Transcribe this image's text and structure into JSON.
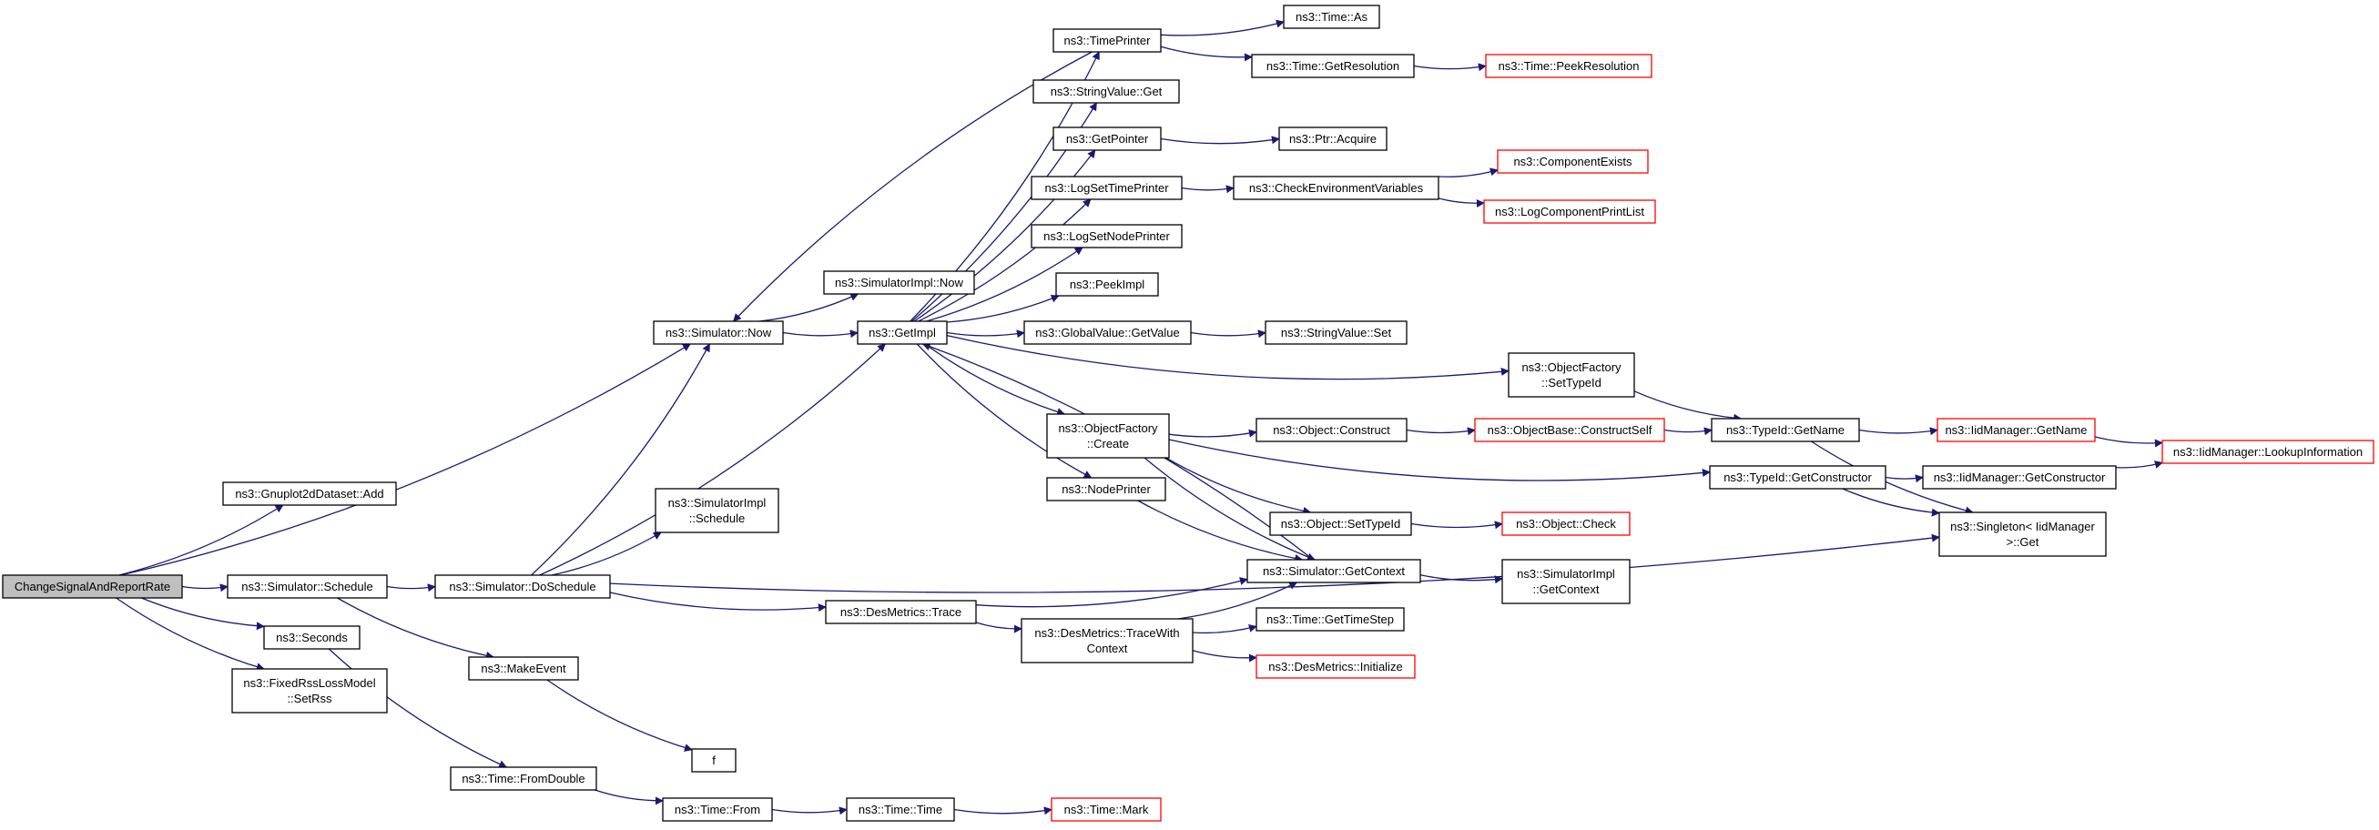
{
  "colors": {
    "edge": "#191970",
    "node_border": "#000000",
    "node_incomplete_border": "#ff0000",
    "root_fill": "#bfbfbf",
    "node_fill": "#ffffff",
    "text": "#000000"
  },
  "nodes": [
    {
      "id": "root",
      "lines": [
        "ChangeSignalAndReportRate"
      ],
      "style": "root"
    },
    {
      "id": "gnuplot_add",
      "lines": [
        "ns3::Gnuplot2dDataset::Add"
      ],
      "style": "normal"
    },
    {
      "id": "sim_schedule",
      "lines": [
        "ns3::Simulator::Schedule"
      ],
      "style": "normal"
    },
    {
      "id": "seconds",
      "lines": [
        "ns3::Seconds"
      ],
      "style": "normal"
    },
    {
      "id": "fixedrss_setrss",
      "lines": [
        "ns3::FixedRssLossModel",
        "::SetRss"
      ],
      "style": "normal"
    },
    {
      "id": "sim_now",
      "lines": [
        "ns3::Simulator::Now"
      ],
      "style": "normal"
    },
    {
      "id": "simimpl_schedule",
      "lines": [
        "ns3::SimulatorImpl",
        "::Schedule"
      ],
      "style": "normal"
    },
    {
      "id": "sim_doschedule",
      "lines": [
        "ns3::Simulator::DoSchedule"
      ],
      "style": "normal"
    },
    {
      "id": "makeevent",
      "lines": [
        "ns3::MakeEvent"
      ],
      "style": "normal"
    },
    {
      "id": "time_fromdouble",
      "lines": [
        "ns3::Time::FromDouble"
      ],
      "style": "normal"
    },
    {
      "id": "f",
      "lines": [
        "f"
      ],
      "style": "normal"
    },
    {
      "id": "time_from",
      "lines": [
        "ns3::Time::From"
      ],
      "style": "normal"
    },
    {
      "id": "time_time",
      "lines": [
        "ns3::Time::Time"
      ],
      "style": "normal"
    },
    {
      "id": "time_mark",
      "lines": [
        "ns3::Time::Mark"
      ],
      "style": "incomplete"
    },
    {
      "id": "simimpl_now",
      "lines": [
        "ns3::SimulatorImpl::Now"
      ],
      "style": "normal"
    },
    {
      "id": "getimpl",
      "lines": [
        "ns3::GetImpl"
      ],
      "style": "normal"
    },
    {
      "id": "desmetrics_trace",
      "lines": [
        "ns3::DesMetrics::Trace"
      ],
      "style": "normal"
    },
    {
      "id": "timeprinter",
      "lines": [
        "ns3::TimePrinter"
      ],
      "style": "normal"
    },
    {
      "id": "stringvalue_get",
      "lines": [
        "ns3::StringValue::Get"
      ],
      "style": "normal"
    },
    {
      "id": "getpointer",
      "lines": [
        "ns3::GetPointer"
      ],
      "style": "normal"
    },
    {
      "id": "logsettimeprinter",
      "lines": [
        "ns3::LogSetTimePrinter"
      ],
      "style": "normal"
    },
    {
      "id": "logsetnodeprinter",
      "lines": [
        "ns3::LogSetNodePrinter"
      ],
      "style": "normal"
    },
    {
      "id": "peekimpl",
      "lines": [
        "ns3::PeekImpl"
      ],
      "style": "normal"
    },
    {
      "id": "globalvalue_getvalue",
      "lines": [
        "ns3::GlobalValue::GetValue"
      ],
      "style": "normal"
    },
    {
      "id": "objectfactory_create",
      "lines": [
        "ns3::ObjectFactory",
        "::Create"
      ],
      "style": "normal"
    },
    {
      "id": "nodeprinter",
      "lines": [
        "ns3::NodePrinter"
      ],
      "style": "normal"
    },
    {
      "id": "desmetrics_tracewithcontext",
      "lines": [
        "ns3::DesMetrics::TraceWith",
        "Context"
      ],
      "style": "normal"
    },
    {
      "id": "time_as",
      "lines": [
        "ns3::Time::As"
      ],
      "style": "normal"
    },
    {
      "id": "time_getresolution",
      "lines": [
        "ns3::Time::GetResolution"
      ],
      "style": "normal"
    },
    {
      "id": "time_peekresolution",
      "lines": [
        "ns3::Time::PeekResolution"
      ],
      "style": "incomplete"
    },
    {
      "id": "ptr_acquire",
      "lines": [
        "ns3::Ptr::Acquire"
      ],
      "style": "normal"
    },
    {
      "id": "checkenvvars",
      "lines": [
        "ns3::CheckEnvironmentVariables"
      ],
      "style": "normal"
    },
    {
      "id": "componentexists",
      "lines": [
        "ns3::ComponentExists"
      ],
      "style": "incomplete"
    },
    {
      "id": "logcomponentprintlist",
      "lines": [
        "ns3::LogComponentPrintList"
      ],
      "style": "incomplete"
    },
    {
      "id": "stringvalue_set",
      "lines": [
        "ns3::StringValue::Set"
      ],
      "style": "normal"
    },
    {
      "id": "object_construct",
      "lines": [
        "ns3::Object::Construct"
      ],
      "style": "normal"
    },
    {
      "id": "objectbase_constructself",
      "lines": [
        "ns3::ObjectBase::ConstructSelf"
      ],
      "style": "incomplete"
    },
    {
      "id": "object_settypeid",
      "lines": [
        "ns3::Object::SetTypeId"
      ],
      "style": "normal"
    },
    {
      "id": "object_check",
      "lines": [
        "ns3::Object::Check"
      ],
      "style": "incomplete"
    },
    {
      "id": "sim_getcontext",
      "lines": [
        "ns3::Simulator::GetContext"
      ],
      "style": "normal"
    },
    {
      "id": "simimpl_getcontext",
      "lines": [
        "ns3::SimulatorImpl",
        "::GetContext"
      ],
      "style": "normal"
    },
    {
      "id": "time_gettimestep",
      "lines": [
        "ns3::Time::GetTimeStep"
      ],
      "style": "normal"
    },
    {
      "id": "desmetrics_initialize",
      "lines": [
        "ns3::DesMetrics::Initialize"
      ],
      "style": "incomplete"
    },
    {
      "id": "objectfactory_settypeid",
      "lines": [
        "ns3::ObjectFactory",
        "::SetTypeId"
      ],
      "style": "normal"
    },
    {
      "id": "typeid_getname",
      "lines": [
        "ns3::TypeId::GetName"
      ],
      "style": "normal"
    },
    {
      "id": "typeid_getconstructor",
      "lines": [
        "ns3::TypeId::GetConstructor"
      ],
      "style": "normal"
    },
    {
      "id": "iidmanager_getname",
      "lines": [
        "ns3::IidManager::GetName"
      ],
      "style": "incomplete"
    },
    {
      "id": "iidmanager_getconstructor",
      "lines": [
        "ns3::IidManager::GetConstructor"
      ],
      "style": "normal"
    },
    {
      "id": "singleton_get",
      "lines": [
        "ns3::Singleton< IidManager",
        " >::Get"
      ],
      "style": "normal"
    },
    {
      "id": "iidmanager_lookupinformation",
      "lines": [
        "ns3::IidManager::LookupInformation"
      ],
      "style": "incomplete"
    }
  ],
  "edges": [
    [
      "root",
      "gnuplot_add"
    ],
    [
      "root",
      "sim_schedule"
    ],
    [
      "root",
      "seconds"
    ],
    [
      "root",
      "fixedrss_setrss"
    ],
    [
      "root",
      "sim_now"
    ],
    [
      "sim_schedule",
      "sim_doschedule"
    ],
    [
      "sim_schedule",
      "makeevent"
    ],
    [
      "seconds",
      "time_fromdouble"
    ],
    [
      "sim_doschedule",
      "sim_now"
    ],
    [
      "sim_doschedule",
      "simimpl_schedule"
    ],
    [
      "sim_doschedule",
      "getimpl"
    ],
    [
      "sim_doschedule",
      "desmetrics_trace"
    ],
    [
      "sim_doschedule",
      "singleton_get"
    ],
    [
      "makeevent",
      "f"
    ],
    [
      "time_fromdouble",
      "time_from"
    ],
    [
      "time_from",
      "time_time"
    ],
    [
      "time_time",
      "time_mark"
    ],
    [
      "sim_now",
      "simimpl_now"
    ],
    [
      "sim_now",
      "getimpl"
    ],
    [
      "getimpl",
      "timeprinter"
    ],
    [
      "getimpl",
      "stringvalue_get"
    ],
    [
      "getimpl",
      "getpointer"
    ],
    [
      "getimpl",
      "logsettimeprinter"
    ],
    [
      "getimpl",
      "logsetnodeprinter"
    ],
    [
      "getimpl",
      "peekimpl"
    ],
    [
      "getimpl",
      "globalvalue_getvalue"
    ],
    [
      "getimpl",
      "objectfactory_settypeid"
    ],
    [
      "getimpl",
      "objectfactory_create"
    ],
    [
      "getimpl",
      "nodeprinter"
    ],
    [
      "timeprinter",
      "sim_now"
    ],
    [
      "timeprinter",
      "time_as"
    ],
    [
      "timeprinter",
      "time_getresolution"
    ],
    [
      "time_getresolution",
      "time_peekresolution"
    ],
    [
      "getpointer",
      "ptr_acquire"
    ],
    [
      "logsettimeprinter",
      "checkenvvars"
    ],
    [
      "checkenvvars",
      "componentexists"
    ],
    [
      "checkenvvars",
      "logcomponentprintlist"
    ],
    [
      "globalvalue_getvalue",
      "stringvalue_set"
    ],
    [
      "objectfactory_create",
      "object_construct"
    ],
    [
      "objectfactory_create",
      "object_settypeid"
    ],
    [
      "objectfactory_create",
      "typeid_getconstructor"
    ],
    [
      "objectfactory_create",
      "sim_getcontext"
    ],
    [
      "object_construct",
      "objectbase_constructself"
    ],
    [
      "objectbase_constructself",
      "typeid_getname"
    ],
    [
      "object_settypeid",
      "object_check"
    ],
    [
      "nodeprinter",
      "sim_getcontext"
    ],
    [
      "desmetrics_trace",
      "sim_getcontext"
    ],
    [
      "desmetrics_trace",
      "desmetrics_tracewithcontext"
    ],
    [
      "desmetrics_tracewithcontext",
      "sim_getcontext"
    ],
    [
      "desmetrics_tracewithcontext",
      "time_gettimestep"
    ],
    [
      "desmetrics_tracewithcontext",
      "desmetrics_initialize"
    ],
    [
      "sim_getcontext",
      "simimpl_getcontext"
    ],
    [
      "sim_getcontext",
      "getimpl"
    ],
    [
      "objectfactory_settypeid",
      "typeid_getname"
    ],
    [
      "typeid_getname",
      "iidmanager_getname"
    ],
    [
      "typeid_getname",
      "singleton_get"
    ],
    [
      "iidmanager_getname",
      "iidmanager_lookupinformation"
    ],
    [
      "typeid_getconstructor",
      "iidmanager_getconstructor"
    ],
    [
      "typeid_getconstructor",
      "singleton_get"
    ],
    [
      "iidmanager_getconstructor",
      "iidmanager_lookupinformation"
    ]
  ]
}
